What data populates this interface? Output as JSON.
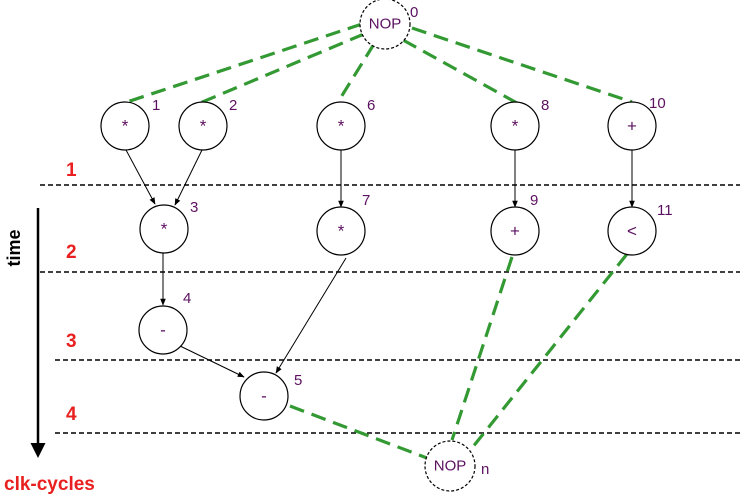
{
  "axis": {
    "time_label": "time",
    "clk_label": "clk-cycles"
  },
  "steps": [
    "1",
    "2",
    "3",
    "4"
  ],
  "nodes": [
    {
      "id": "0",
      "label": "NOP",
      "index": "0"
    },
    {
      "id": "1",
      "label": "*",
      "index": "1"
    },
    {
      "id": "2",
      "label": "*",
      "index": "2"
    },
    {
      "id": "6",
      "label": "*",
      "index": "6"
    },
    {
      "id": "8",
      "label": "*",
      "index": "8"
    },
    {
      "id": "10",
      "label": "+",
      "index": "10"
    },
    {
      "id": "3",
      "label": "*",
      "index": "3"
    },
    {
      "id": "7",
      "label": "*",
      "index": "7"
    },
    {
      "id": "9",
      "label": "+",
      "index": "9"
    },
    {
      "id": "11",
      "label": "<",
      "index": "11"
    },
    {
      "id": "4",
      "label": "-",
      "index": "4"
    },
    {
      "id": "5",
      "label": "-",
      "index": "5"
    },
    {
      "id": "n",
      "label": "NOP",
      "index": "n"
    }
  ],
  "colors": {
    "node_text": "#5b1060",
    "dependency_edge": "#000000",
    "nop_edge": "#339933",
    "step_label": "#e8201f"
  }
}
